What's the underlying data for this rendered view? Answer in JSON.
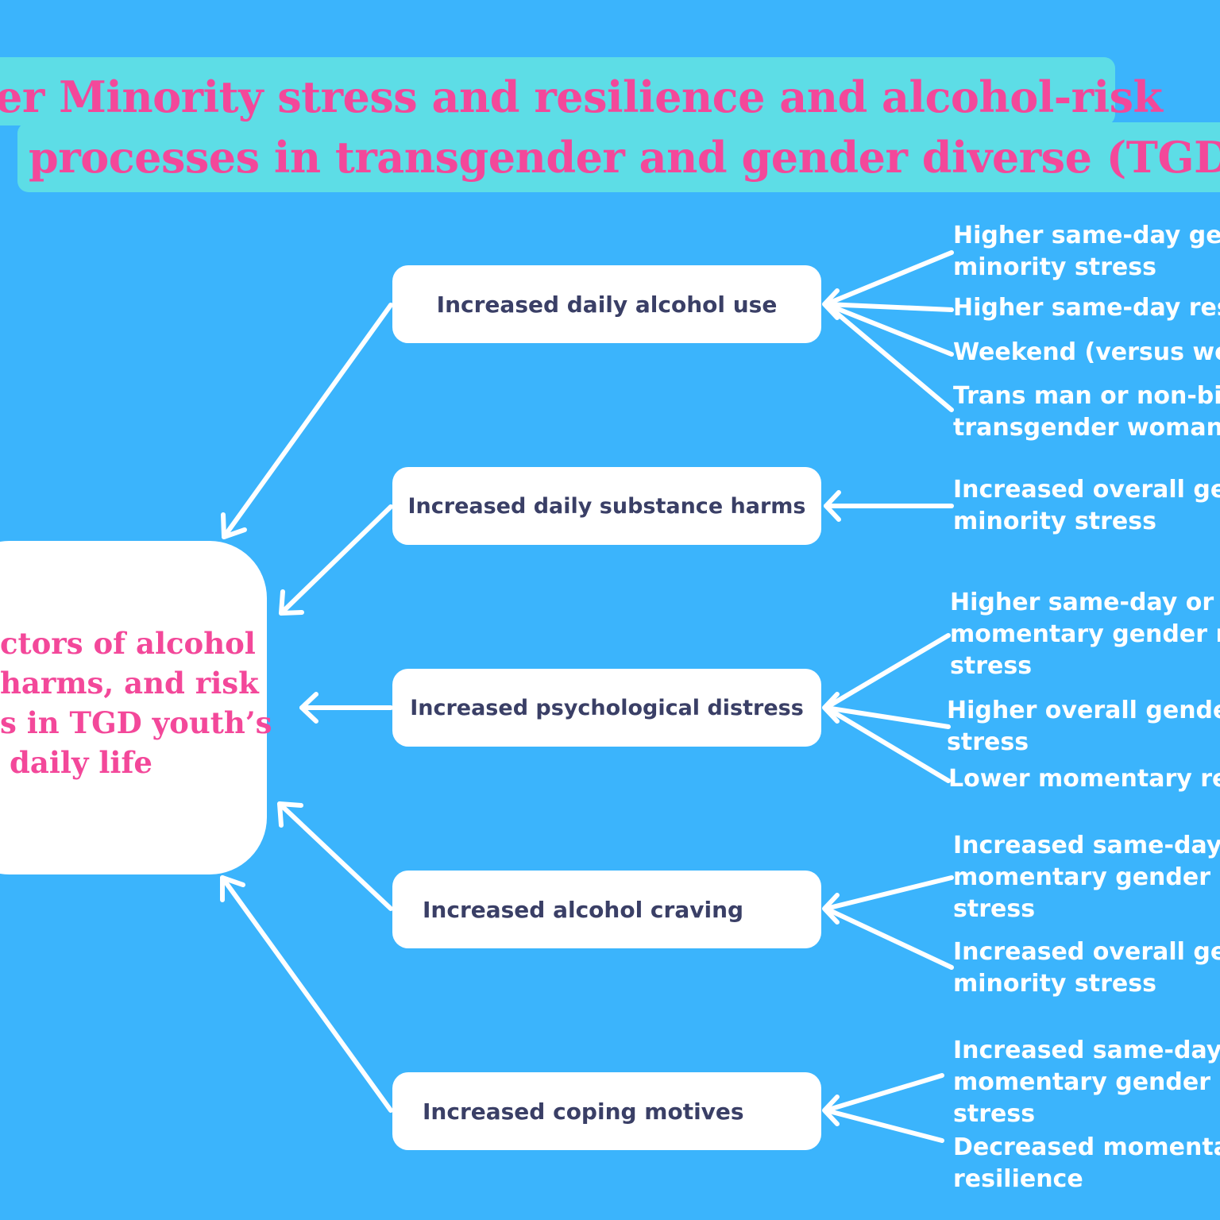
{
  "title": {
    "line1": "er Minority stress and resilience and alcohol-risk",
    "line2": "processes in transgender and gender diverse  (TGD)"
  },
  "center": {
    "lines": [
      "ctors of alcohol",
      "harms, and risk",
      "s in TGD youth’s",
      "daily life"
    ]
  },
  "outcomes": [
    {
      "label": "Increased daily alcohol use",
      "predictors": [
        "Higher same-day ge\nminority stress",
        "Higher same-day res",
        "Weekend (versus we",
        "Trans man or non-bi\ntransgender woman"
      ]
    },
    {
      "label": "Increased daily substance harms",
      "predictors": [
        "Increased overall ge\nminority stress"
      ]
    },
    {
      "label": "Increased psychological distress",
      "predictors": [
        "Higher same-day or\nmomentary gender m\nstress",
        "Higher overall gende\nstress",
        "Lower momentary re"
      ]
    },
    {
      "label": "Increased alcohol craving",
      "predictors": [
        "Increased same-day\nmomentary gender m\nstress",
        "Increased overall ge\nminority stress"
      ]
    },
    {
      "label": "Increased coping motives",
      "predictors": [
        "Increased same-day\nmomentary gender m\nstress",
        "Decreased momenta\nresilience"
      ]
    }
  ],
  "colors": {
    "background": "#3BB4FC",
    "title_band": "#5DDDE6",
    "title_text": "#F3489A",
    "center_text": "#F3489A",
    "outcome_text": "#3A3F66",
    "predictor_text": "#FFFFFF",
    "arrows": "#FFFFFF"
  }
}
